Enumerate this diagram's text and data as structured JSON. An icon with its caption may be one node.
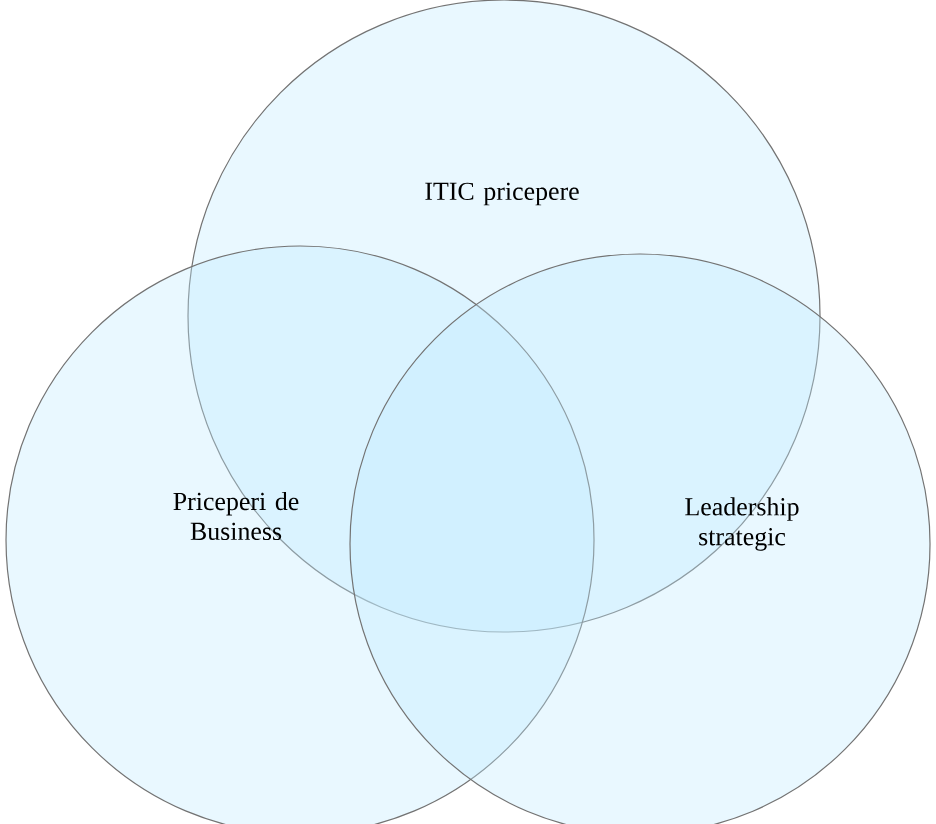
{
  "diagram": {
    "nodes": [
      {
        "text": [
          "ITIC pricepere"
        ]
      },
      {
        "text": [
          "Priceperi de Business"
        ]
      },
      {
        "text": [
          "Leadership strategic"
        ]
      }
    ]
  }
}
